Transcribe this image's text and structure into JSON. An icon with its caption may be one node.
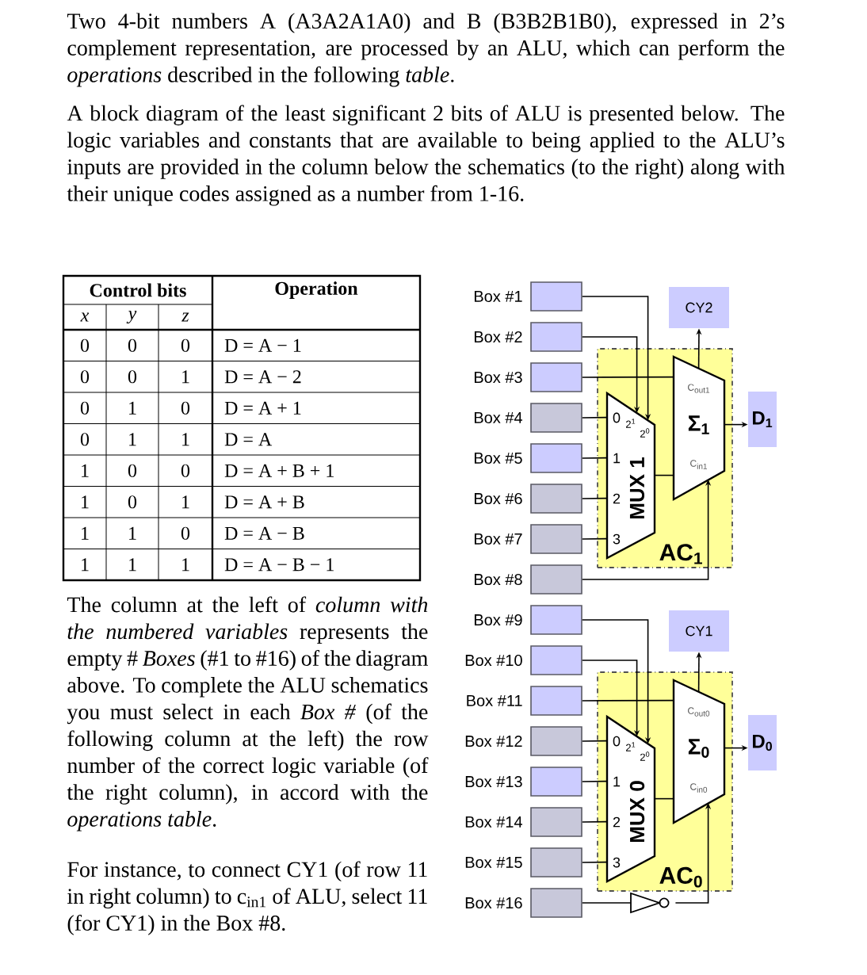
{
  "diagram": {
    "nodes": [
      {
        "text": [],
        "shape": "box",
        "beside": [
          "Box #1"
        ]
      },
      {
        "text": [],
        "shape": "box",
        "beside": [
          "Box #2"
        ]
      },
      {
        "text": [],
        "shape": "box",
        "beside": [
          "Box #3"
        ]
      },
      {
        "text": [],
        "shape": "box",
        "beside": [
          "Box #4"
        ]
      },
      {
        "text": [],
        "shape": "box",
        "beside": [
          "Box #5"
        ]
      },
      {
        "text": [],
        "shape": "box",
        "beside": [
          "Box #6"
        ]
      },
      {
        "text": [],
        "shape": "box",
        "beside": [
          "Box #7"
        ]
      },
      {
        "text": [],
        "shape": "box",
        "beside": [
          "Box #8"
        ]
      },
      {
        "text": [
          "CY2"
        ]
      },
      {
        "text": [
          "AC$_{1}$"
        ]
      },
      {
        "text": [
          "MUX 1",
          "0",
          "1",
          "2",
          "3",
          "2$^{1}$",
          "2$^{0}$"
        ],
        "in": 9
      },
      {
        "text": [
          "C$_{out1}$",
          "Σ$_{1}$",
          "C$_{in1}$"
        ],
        "in": 9
      },
      {
        "text": [
          "D$_{1}$"
        ]
      },
      {
        "text": [],
        "shape": "box",
        "beside": [
          "Box #9"
        ]
      },
      {
        "text": [],
        "shape": "box",
        "beside": [
          "Box #10"
        ]
      },
      {
        "text": [],
        "shape": "box",
        "beside": [
          "Box #11"
        ]
      },
      {
        "text": [],
        "shape": "box",
        "beside": [
          "Box #12"
        ]
      },
      {
        "text": [],
        "shape": "box",
        "beside": [
          "Box #13"
        ]
      },
      {
        "text": [],
        "shape": "box",
        "beside": [
          "Box #14"
        ]
      },
      {
        "text": [],
        "shape": "box",
        "beside": [
          "Box #15"
        ]
      },
      {
        "text": [],
        "shape": "box",
        "beside": [
          "Box #16"
        ]
      },
      {
        "text": [
          "CY1"
        ]
      },
      {
        "text": [
          "AC$_{0}$"
        ]
      },
      {
        "text": [
          "MUX 0",
          "0",
          "1",
          "2",
          "3",
          "2$^{1}$",
          "2$^{0}$"
        ],
        "in": 22
      },
      {
        "text": [
          "C$_{out0}$",
          "Σ$_{0}$",
          "C$_{in0}$"
        ],
        "in": 22
      },
      {
        "text": [
          "D$_{0}$"
        ]
      },
      {
        "text": [],
        "shape": "triangle"
      }
    ],
    "edges": [
      {
        "from": 0,
        "to": 10,
        "arrow": "to"
      },
      {
        "from": 1,
        "to": 10,
        "arrow": "to"
      },
      {
        "from": 2,
        "to": 11,
        "arrow": "none"
      },
      {
        "from": 3,
        "to": 10,
        "arrow": "none"
      },
      {
        "from": 4,
        "to": 10,
        "arrow": "none"
      },
      {
        "from": 5,
        "to": 10,
        "arrow": "none"
      },
      {
        "from": 6,
        "to": 10,
        "arrow": "none"
      },
      {
        "from": 7,
        "to": 11,
        "arrow": "to"
      },
      {
        "from": 10,
        "to": 11,
        "arrow": "none"
      },
      {
        "from": 11,
        "to": 8,
        "arrow": "to"
      },
      {
        "from": 11,
        "to": 12,
        "arrow": "to"
      },
      {
        "from": 13,
        "to": 23,
        "arrow": "to"
      },
      {
        "from": 14,
        "to": 23,
        "arrow": "to"
      },
      {
        "from": 15,
        "to": 24,
        "arrow": "none"
      },
      {
        "from": 16,
        "to": 23,
        "arrow": "none"
      },
      {
        "from": 17,
        "to": 23,
        "arrow": "none"
      },
      {
        "from": 18,
        "to": 23,
        "arrow": "none"
      },
      {
        "from": 19,
        "to": 23,
        "arrow": "none"
      },
      {
        "from": 20,
        "to": 26,
        "arrow": "none"
      },
      {
        "from": 26,
        "to": 24,
        "arrow": "to"
      },
      {
        "from": 23,
        "to": 24,
        "arrow": "none"
      },
      {
        "from": 24,
        "to": 21,
        "arrow": "to"
      },
      {
        "from": 24,
        "to": 25,
        "arrow": "to"
      }
    ],
    "labels": [
      "Two 4-bit numbers A (A3A2A1A0) and B (B3B2B1B0), expressed in 2’s complement representation, are processed by an ALU, which can perform the *operations* described in the following *table*.",
      "A block diagram of the least significant 2 bits of ALU is presented below. The logic variables and constants that are available to being applied to the ALU’s inputs are provided in the column below the schematics (to the right) along with their unique codes assigned as a number from 1-16.",
      "The column at the left of *column with the numbered variables* represents the empty # *Boxes* (#1 to #16) of the diagram above. To complete the ALU schematics you must select in each *Box #* (of the following column at the left) the row number of the correct logic variable (of the right column), in accord with the *operations table*.",
      "For instance, to connect CY1 (of row 11 in right column) to c$_{in1}$ of ALU, select 11 (for CY1) in the Box #8.",
      "Control bits",
      "Operation",
      "x",
      "y",
      "z",
      "0",
      "0",
      "0",
      "D = A − 1",
      "0",
      "0",
      "1",
      "D = A − 2",
      "0",
      "1",
      "0",
      "D = A + 1",
      "0",
      "1",
      "1",
      "D = A",
      "1",
      "0",
      "0",
      "D = A + B + 1",
      "1",
      "0",
      "1",
      "D = A + B",
      "1",
      "1",
      "0",
      "D = A − B",
      "1",
      "1",
      "1",
      "D = A − B − 1"
    ]
  }
}
